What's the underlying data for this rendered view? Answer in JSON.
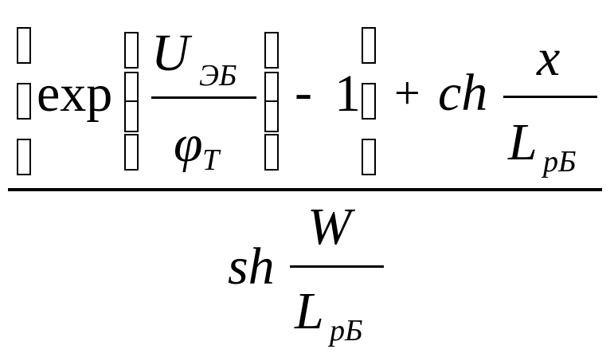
{
  "formula": {
    "numerator": {
      "exp_label": "exp",
      "inner_fraction": {
        "num_var": "U",
        "num_sub": "ЭБ",
        "den_var": "φ",
        "den_sub": "T"
      },
      "minus_sign": "-",
      "one": "1",
      "plus_sign": "+",
      "ch_label": "ch",
      "ch_fraction": {
        "num": "x",
        "den_var": "L",
        "den_sub": "рБ"
      }
    },
    "denominator": {
      "sh_label": "sh",
      "sh_fraction": {
        "num": "W",
        "den_var": "L",
        "den_sub": "рБ"
      }
    }
  }
}
